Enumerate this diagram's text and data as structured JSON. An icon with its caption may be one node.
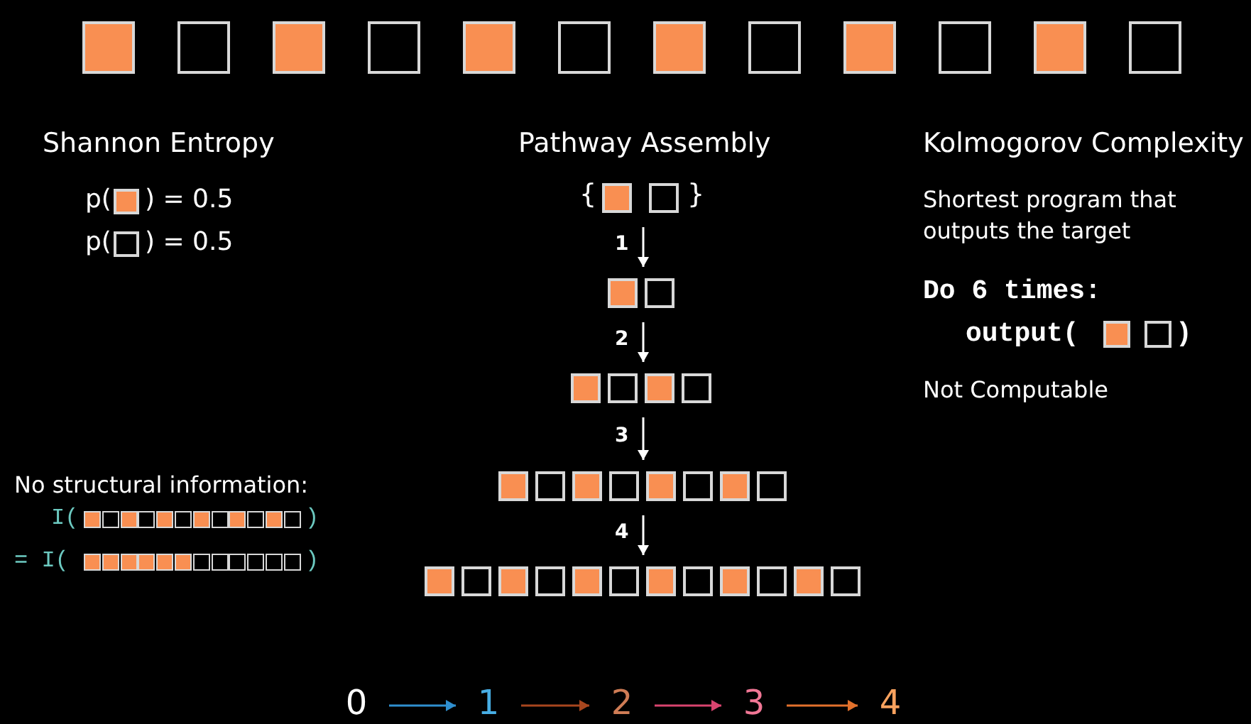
{
  "diagram": {
    "nodes": [
      {
        "text": [],
        "shape": "picture"
      },
      {
        "text": [],
        "shape": "picture"
      },
      {
        "text": [],
        "shape": "picture"
      },
      {
        "text": [],
        "shape": "picture"
      },
      {
        "text": [],
        "shape": "picture"
      },
      {
        "text": [
          "0"
        ]
      },
      {
        "text": [
          "1"
        ]
      },
      {
        "text": [
          "2"
        ]
      },
      {
        "text": [
          "3"
        ]
      },
      {
        "text": [
          "4"
        ]
      }
    ],
    "edges": [
      {
        "from": 0,
        "to": 1,
        "arrow": "to",
        "label": "1"
      },
      {
        "from": 1,
        "to": 2,
        "arrow": "to",
        "label": "2"
      },
      {
        "from": 2,
        "to": 3,
        "arrow": "to",
        "label": "3"
      },
      {
        "from": 3,
        "to": 4,
        "arrow": "to",
        "label": "4"
      },
      {
        "from": 5,
        "to": 6,
        "arrow": "to",
        "color": "#2f8fcf"
      },
      {
        "from": 6,
        "to": 7,
        "arrow": "to",
        "color": "#a8461e"
      },
      {
        "from": 7,
        "to": 8,
        "arrow": "to",
        "color": "#d9446f"
      },
      {
        "from": 8,
        "to": 9,
        "arrow": "to",
        "color": "#e2712c"
      }
    ],
    "labels": [
      "Shannon Entropy",
      "p(",
      ") = 0.5",
      "p(",
      ") = 0.5",
      "Pathway Assembly",
      "{",
      "}",
      "Kolmogorov Complexity",
      "Shortest program that outputs the target",
      "Do 6 times:",
      "output(",
      ")",
      "Not Computable",
      "No structural information:",
      "I(",
      ")",
      "= I(",
      ")"
    ]
  }
}
